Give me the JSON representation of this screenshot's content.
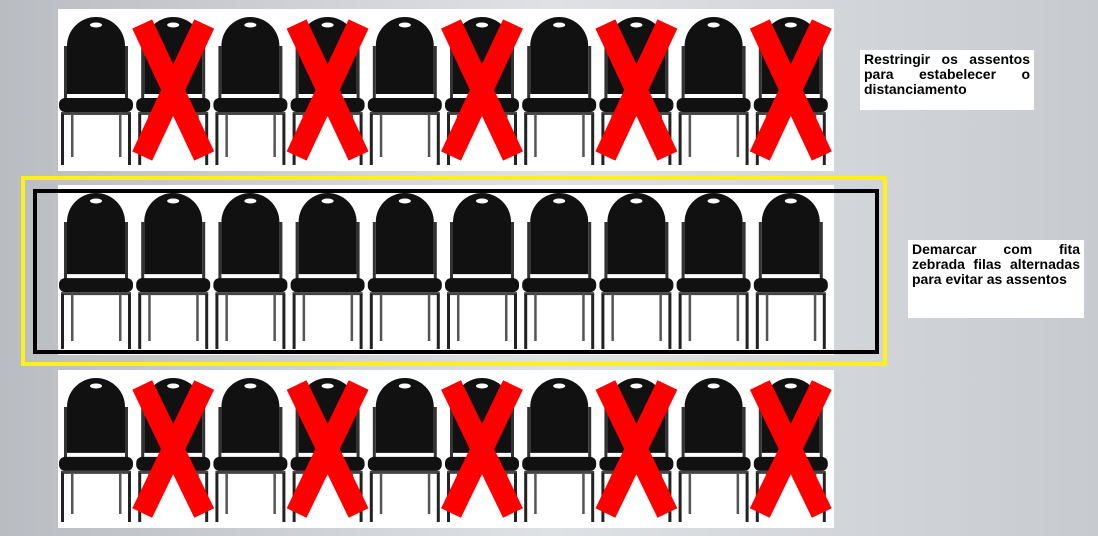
{
  "notes": {
    "restrict": "Restringir os assentos para estabelecer o distanciamento",
    "mark": "Demarcar com fita zebrada filas alternadas para evitar as assentos"
  },
  "rows": {
    "top": {
      "chairs": 10,
      "blocked": [
        1,
        3,
        5,
        7,
        9
      ]
    },
    "middle": {
      "chairs": 10,
      "blocked": []
    },
    "bottom": {
      "chairs": 10,
      "blocked": [
        1,
        3,
        5,
        7,
        9
      ]
    }
  },
  "colors": {
    "chair": "#111111",
    "cross": "#ff0000",
    "yellow_frame": "#ffef1a",
    "black_frame": "#000000"
  },
  "icons": {
    "chair": "chair-icon",
    "cross": "red-x-icon"
  }
}
